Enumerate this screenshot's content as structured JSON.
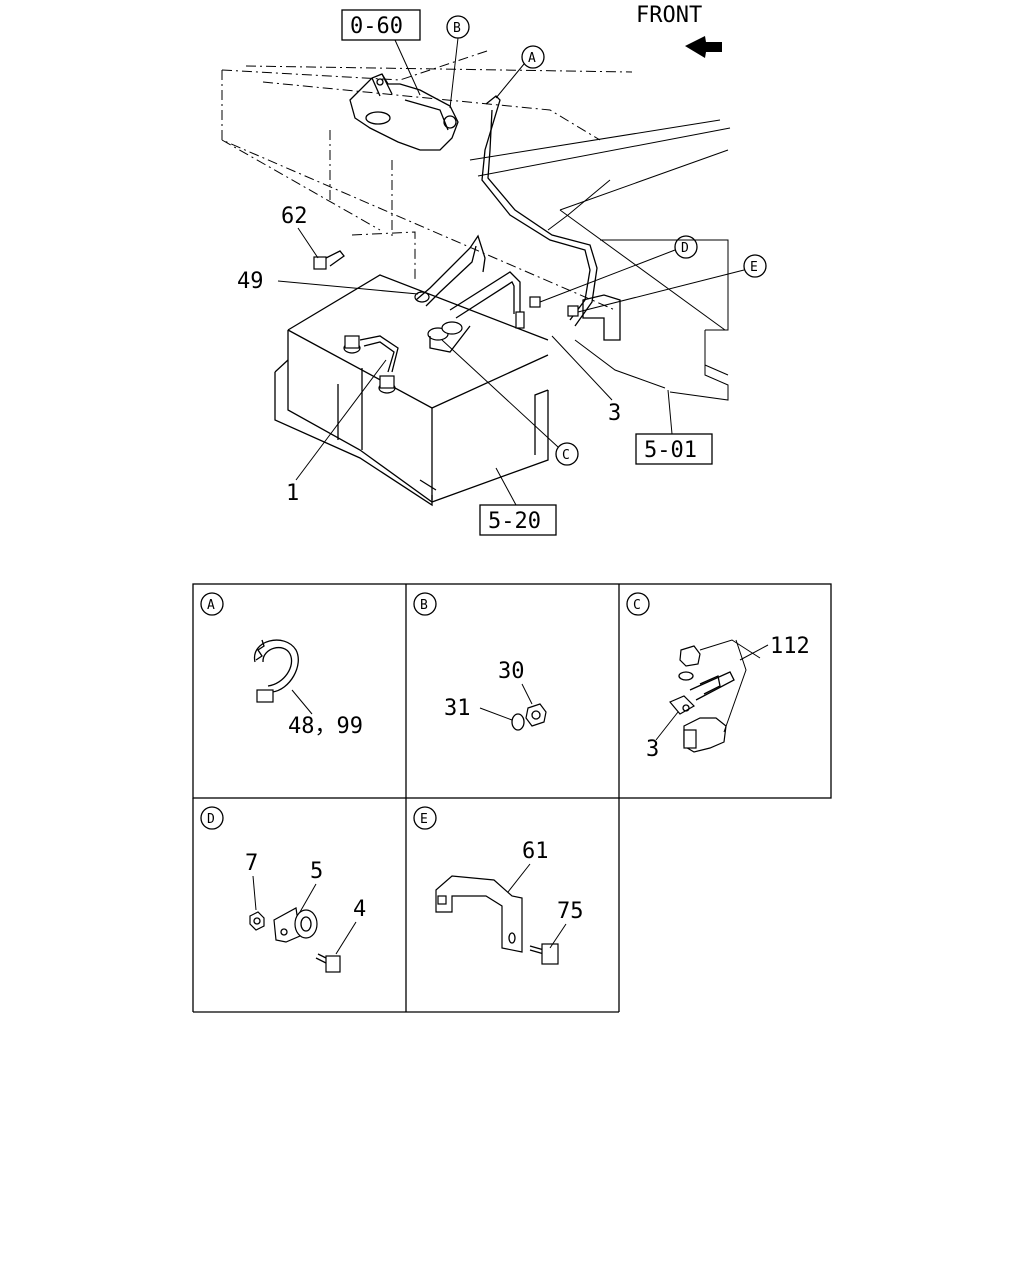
{
  "direction_label": "FRONT",
  "ref_boxes": {
    "starter": "0-60",
    "frame": "5-01",
    "battery_box": "5-20"
  },
  "callouts": {
    "A": "A",
    "B": "B",
    "C": "C",
    "D": "D",
    "E": "E"
  },
  "main_part_labels": {
    "bolt": "62",
    "terminal": "49",
    "cable_ground": "3",
    "cable_battery": "1"
  },
  "detail_panels": {
    "A": {
      "label": "48，99"
    },
    "B": {
      "label_nut": "30",
      "label_washer": "31"
    },
    "C": {
      "label_cable": "112",
      "label_ground": "3"
    },
    "D": {
      "label_nut": "7",
      "label_clip": "5",
      "label_bolt": "4"
    },
    "E": {
      "label_bracket": "61",
      "label_bolt": "75"
    }
  }
}
